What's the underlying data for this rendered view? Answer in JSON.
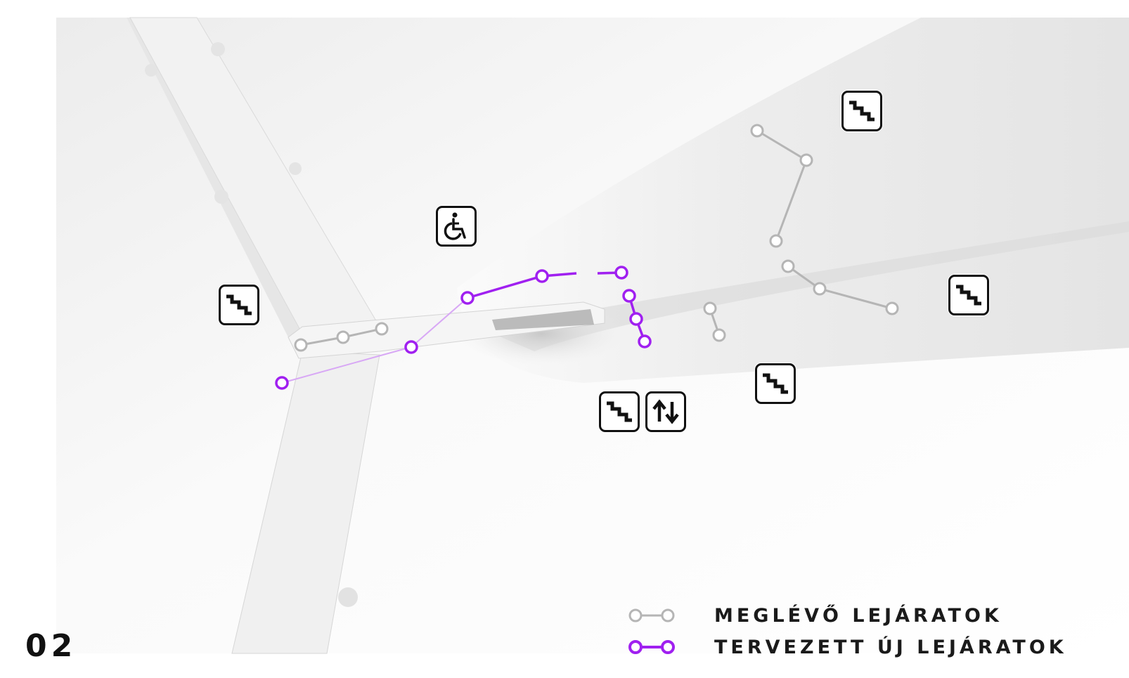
{
  "page_number": "02",
  "colors": {
    "existing": "#b5b5b5",
    "planned": "#a020f0",
    "surface": "#f3f3f3",
    "shade": "#dedede"
  },
  "icons": {
    "stairs": "stairs-icon",
    "wheelchair": "wheelchair-accessible-icon",
    "escalator": "escalator-up-down-icon"
  },
  "legend": {
    "existing": {
      "label": "MEGLÉVŐ LEJÁRATOK",
      "color": "existing"
    },
    "planned": {
      "label": "TERVEZETT ÚJ LEJÁRATOK",
      "color": "planned"
    }
  }
}
